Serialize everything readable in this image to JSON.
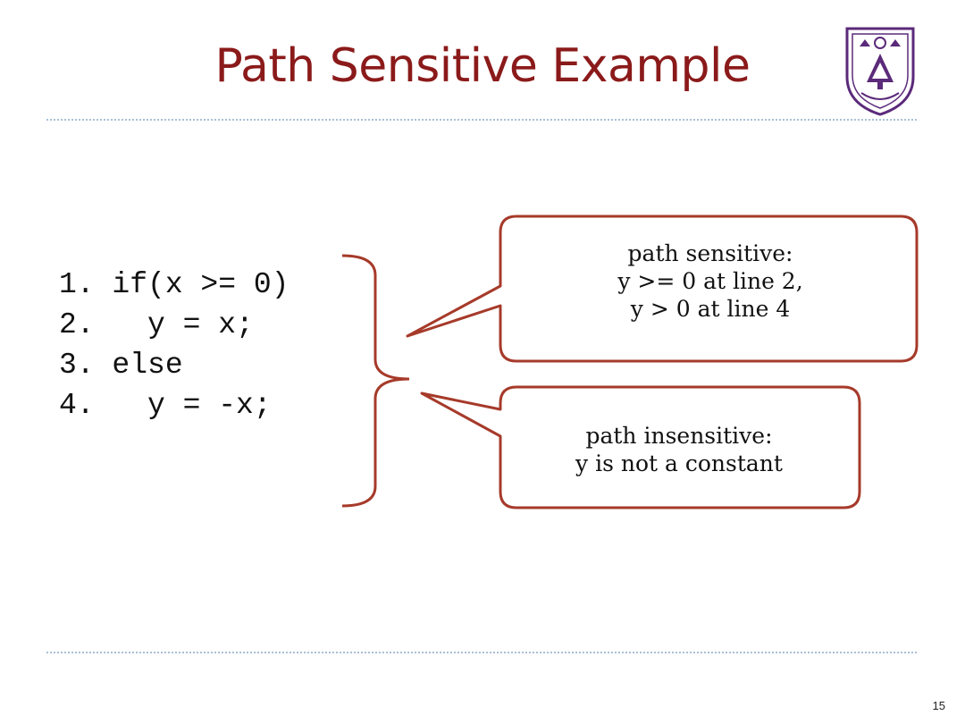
{
  "slide": {
    "title": "Path Sensitive Example",
    "page_number": "15"
  },
  "code_lines": [
    "1. if(x >= 0)",
    "2.   y = x;",
    "3. else",
    "4.   y = -x;"
  ],
  "callouts": {
    "sensitive": {
      "lines": [
        "path sensitive:",
        "y >= 0 at line 2,",
        "y > 0 at line 4"
      ]
    },
    "insensitive": {
      "lines": [
        "path insensitive:",
        "y is not a constant"
      ]
    }
  },
  "colors": {
    "title": "#8b1a1a",
    "callout_border": "#a63a2a",
    "brace": "#a63a2a",
    "rule": "#a9bfd6",
    "logo": "#5b2a7a"
  },
  "logo": {
    "icon": "university-seal-icon"
  }
}
